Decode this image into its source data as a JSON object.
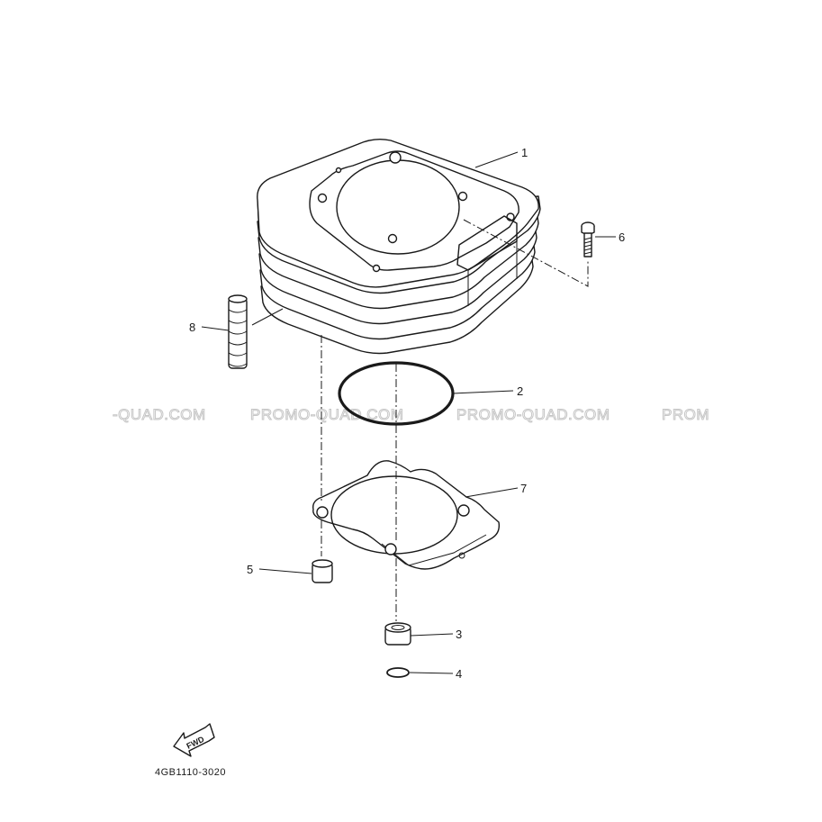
{
  "diagram": {
    "callouts": [
      {
        "id": "1",
        "label": "1"
      },
      {
        "id": "2",
        "label": "2"
      },
      {
        "id": "3",
        "label": "3"
      },
      {
        "id": "4",
        "label": "4"
      },
      {
        "id": "5",
        "label": "5"
      },
      {
        "id": "6",
        "label": "6"
      },
      {
        "id": "7",
        "label": "7"
      },
      {
        "id": "8",
        "label": "8"
      }
    ],
    "fwd_label": "FWD",
    "part_number": "4GB1110-3020"
  },
  "watermark": {
    "fragment_left": "-QUAD.COM",
    "text": "PROMO-QUAD.COM",
    "fragment_right": "PROM"
  },
  "colors": {
    "line": "#1a1a1a",
    "background": "#ffffff",
    "watermark_outline": "#c6c6c6"
  }
}
